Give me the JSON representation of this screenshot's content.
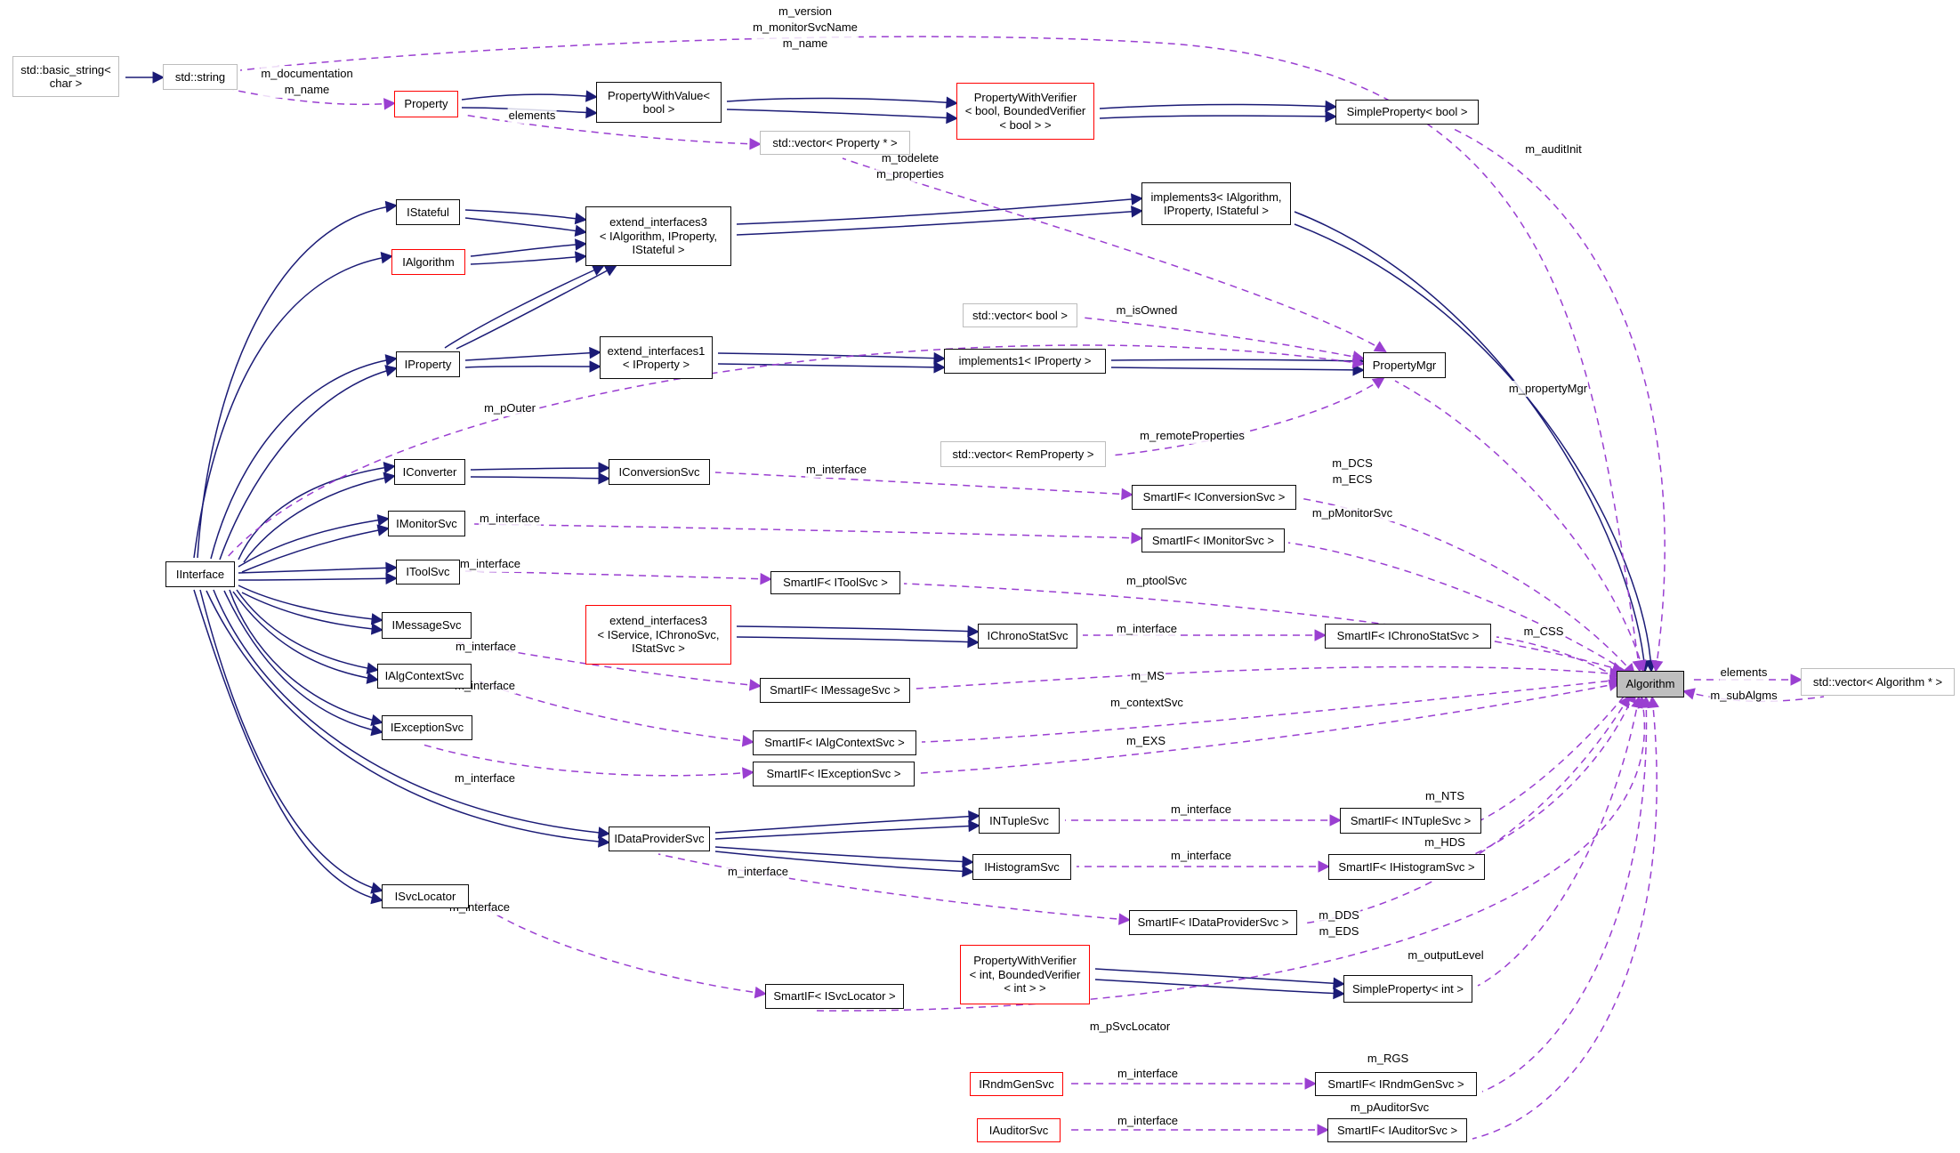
{
  "diagram": {
    "kind": "collaboration-graph",
    "main_class": "Algorithm",
    "colors": {
      "inheritance_edge": "#1b1b76",
      "usage_edge": "#9a3fd1",
      "node_border": "#0a0a0a",
      "external_node_border": "#bdbdbd",
      "highlight_node_border": "#ff0000",
      "main_node_fill": "#bfbfbf"
    },
    "nodes": [
      {
        "id": "basic_string",
        "label": "std::basic_string<\nchar >",
        "style": "external"
      },
      {
        "id": "string",
        "label": "std::string",
        "style": "external"
      },
      {
        "id": "property",
        "label": "Property",
        "style": "highlight"
      },
      {
        "id": "pwvalue_bool",
        "label": "PropertyWithValue<\nbool >",
        "style": "normal"
      },
      {
        "id": "vector_property",
        "label": "std::vector< Property * >",
        "style": "external"
      },
      {
        "id": "pwverifier_bool",
        "label": "PropertyWithVerifier\n< bool, BoundedVerifier\n< bool > >",
        "style": "highlight"
      },
      {
        "id": "simpleproperty_bool",
        "label": "SimpleProperty< bool >",
        "style": "normal"
      },
      {
        "id": "istateful",
        "label": "IStateful",
        "style": "normal"
      },
      {
        "id": "ialgorithm",
        "label": "IAlgorithm",
        "style": "highlight"
      },
      {
        "id": "extif3_alg",
        "label": "extend_interfaces3\n< IAlgorithm, IProperty,\nIStateful >",
        "style": "normal"
      },
      {
        "id": "implements3",
        "label": "implements3< IAlgorithm,\nIProperty, IStateful >",
        "style": "normal"
      },
      {
        "id": "vector_bool",
        "label": "std::vector< bool >",
        "style": "external"
      },
      {
        "id": "iproperty",
        "label": "IProperty",
        "style": "normal"
      },
      {
        "id": "extif1",
        "label": "extend_interfaces1\n< IProperty >",
        "style": "normal"
      },
      {
        "id": "implements1",
        "label": "implements1< IProperty >",
        "style": "normal"
      },
      {
        "id": "propertymgr",
        "label": "PropertyMgr",
        "style": "normal"
      },
      {
        "id": "vector_remproperty",
        "label": "std::vector< RemProperty >",
        "style": "external"
      },
      {
        "id": "iconverter",
        "label": "IConverter",
        "style": "normal"
      },
      {
        "id": "iconversionsvc",
        "label": "IConversionSvc",
        "style": "normal"
      },
      {
        "id": "smartif_conversionsvc",
        "label": "SmartIF< IConversionSvc >",
        "style": "normal"
      },
      {
        "id": "imonitorsvc",
        "label": "IMonitorSvc",
        "style": "normal"
      },
      {
        "id": "smartif_monitorsvc",
        "label": "SmartIF< IMonitorSvc >",
        "style": "normal"
      },
      {
        "id": "iinterface",
        "label": "IInterface",
        "style": "normal"
      },
      {
        "id": "itoolsvc",
        "label": "IToolSvc",
        "style": "normal"
      },
      {
        "id": "smartif_toolsvc",
        "label": "SmartIF< IToolSvc >",
        "style": "normal"
      },
      {
        "id": "imessagesvc",
        "label": "IMessageSvc",
        "style": "normal"
      },
      {
        "id": "extif3_svc",
        "label": "extend_interfaces3\n< IService, IChronoSvc,\nIStatSvc >",
        "style": "highlight"
      },
      {
        "id": "ichronostatsvc",
        "label": "IChronoStatSvc",
        "style": "normal"
      },
      {
        "id": "smartif_chronostatsvc",
        "label": "SmartIF< IChronoStatSvc >",
        "style": "normal"
      },
      {
        "id": "ialgcontextsvc",
        "label": "IAlgContextSvc",
        "style": "normal"
      },
      {
        "id": "smartif_messagesvc",
        "label": "SmartIF< IMessageSvc >",
        "style": "normal"
      },
      {
        "id": "iexceptionsvc",
        "label": "IExceptionSvc",
        "style": "normal"
      },
      {
        "id": "smartif_algcontextsvc",
        "label": "SmartIF< IAlgContextSvc >",
        "style": "normal"
      },
      {
        "id": "smartif_exceptionsvc",
        "label": "SmartIF< IExceptionSvc >",
        "style": "normal"
      },
      {
        "id": "intuplesvc",
        "label": "INTupleSvc",
        "style": "normal"
      },
      {
        "id": "smartif_ntuplesvc",
        "label": "SmartIF< INTupleSvc >",
        "style": "normal"
      },
      {
        "id": "idataprovidersvc",
        "label": "IDataProviderSvc",
        "style": "normal"
      },
      {
        "id": "ihistogramsvc",
        "label": "IHistogramSvc",
        "style": "normal"
      },
      {
        "id": "smartif_histogramsvc",
        "label": "SmartIF< IHistogramSvc >",
        "style": "normal"
      },
      {
        "id": "smartif_dataprovidersvc",
        "label": "SmartIF< IDataProviderSvc >",
        "style": "normal"
      },
      {
        "id": "isvclocator",
        "label": "ISvcLocator",
        "style": "normal"
      },
      {
        "id": "pwverifier_int",
        "label": "PropertyWithVerifier\n< int, BoundedVerifier\n< int > >",
        "style": "highlight"
      },
      {
        "id": "simpleproperty_int",
        "label": "SimpleProperty< int >",
        "style": "normal"
      },
      {
        "id": "smartif_svclocator",
        "label": "SmartIF< ISvcLocator >",
        "style": "normal"
      },
      {
        "id": "irndmgensvc",
        "label": "IRndmGenSvc",
        "style": "highlight"
      },
      {
        "id": "smartif_rndmgensvc",
        "label": "SmartIF< IRndmGenSvc >",
        "style": "normal"
      },
      {
        "id": "iauditorsvc",
        "label": "IAuditorSvc",
        "style": "highlight"
      },
      {
        "id": "smartif_auditorsvc",
        "label": "SmartIF< IAuditorSvc >",
        "style": "normal"
      },
      {
        "id": "algorithm",
        "label": "Algorithm",
        "style": "main"
      },
      {
        "id": "vector_algorithm",
        "label": "std::vector< Algorithm * >",
        "style": "external"
      }
    ],
    "edges": [
      {
        "from": "string",
        "to": "basic_string",
        "type": "inheritance",
        "label": ""
      },
      {
        "from": "pwvalue_bool",
        "to": "property",
        "type": "inheritance",
        "label": ""
      },
      {
        "from": "pwverifier_bool",
        "to": "pwvalue_bool",
        "type": "inheritance",
        "label": ""
      },
      {
        "from": "simpleproperty_bool",
        "to": "pwverifier_bool",
        "type": "inheritance",
        "label": ""
      },
      {
        "from": "extif3_alg",
        "to": "istateful",
        "type": "inheritance",
        "label": ""
      },
      {
        "from": "extif3_alg",
        "to": "ialgorithm",
        "type": "inheritance",
        "label": ""
      },
      {
        "from": "extif3_alg",
        "to": "iproperty",
        "type": "inheritance",
        "label": ""
      },
      {
        "from": "implements3",
        "to": "extif3_alg",
        "type": "inheritance",
        "label": ""
      },
      {
        "from": "algorithm",
        "to": "implements3",
        "type": "inheritance",
        "label": ""
      },
      {
        "from": "extif1",
        "to": "iproperty",
        "type": "inheritance",
        "label": ""
      },
      {
        "from": "implements1",
        "to": "extif1",
        "type": "inheritance",
        "label": ""
      },
      {
        "from": "propertymgr",
        "to": "implements1",
        "type": "inheritance",
        "label": ""
      },
      {
        "from": "iconversionsvc",
        "to": "iconverter",
        "type": "inheritance",
        "label": ""
      },
      {
        "from": "ichronostatsvc",
        "to": "extif3_svc",
        "type": "inheritance",
        "label": ""
      },
      {
        "from": "intuplesvc",
        "to": "idataprovidersvc",
        "type": "inheritance",
        "label": ""
      },
      {
        "from": "ihistogramsvc",
        "to": "idataprovidersvc",
        "type": "inheritance",
        "label": ""
      },
      {
        "from": "simpleproperty_int",
        "to": "pwverifier_int",
        "type": "inheritance",
        "label": ""
      },
      {
        "from": "istateful",
        "to": "iinterface",
        "type": "inheritance",
        "label": ""
      },
      {
        "from": "ialgorithm",
        "to": "iinterface",
        "type": "inheritance",
        "label": ""
      },
      {
        "from": "iproperty",
        "to": "iinterface",
        "type": "inheritance",
        "label": ""
      },
      {
        "from": "iconverter",
        "to": "iinterface",
        "type": "inheritance",
        "label": ""
      },
      {
        "from": "imonitorsvc",
        "to": "iinterface",
        "type": "inheritance",
        "label": ""
      },
      {
        "from": "itoolsvc",
        "to": "iinterface",
        "type": "inheritance",
        "label": ""
      },
      {
        "from": "imessagesvc",
        "to": "iinterface",
        "type": "inheritance",
        "label": ""
      },
      {
        "from": "ialgcontextsvc",
        "to": "iinterface",
        "type": "inheritance",
        "label": ""
      },
      {
        "from": "iexceptionsvc",
        "to": "iinterface",
        "type": "inheritance",
        "label": ""
      },
      {
        "from": "idataprovidersvc",
        "to": "iinterface",
        "type": "inheritance",
        "label": ""
      },
      {
        "from": "isvclocator",
        "to": "iinterface",
        "type": "inheritance",
        "label": ""
      },
      {
        "from": "property",
        "to": "string",
        "type": "usage",
        "label": "m_documentation\nm_name"
      },
      {
        "from": "algorithm",
        "to": "string",
        "type": "usage",
        "label": "m_version\nm_monitorSvcName\nm_name"
      },
      {
        "from": "vector_property",
        "to": "property",
        "type": "usage",
        "label": "elements"
      },
      {
        "from": "propertymgr",
        "to": "vector_property",
        "type": "usage",
        "label": "m_todelete\nm_properties"
      },
      {
        "from": "propertymgr",
        "to": "vector_bool",
        "type": "usage",
        "label": "m_isOwned"
      },
      {
        "from": "propertymgr",
        "to": "vector_remproperty",
        "type": "usage",
        "label": "m_remoteProperties"
      },
      {
        "from": "propertymgr",
        "to": "iinterface",
        "type": "usage",
        "label": "m_pOuter"
      },
      {
        "from": "algorithm",
        "to": "propertymgr",
        "type": "usage",
        "label": "m_propertyMgr"
      },
      {
        "from": "algorithm",
        "to": "simpleproperty_bool",
        "type": "usage",
        "label": "m_auditInit"
      },
      {
        "from": "smartif_conversionsvc",
        "to": "iconversionsvc",
        "type": "usage",
        "label": "m_interface"
      },
      {
        "from": "algorithm",
        "to": "smartif_conversionsvc",
        "type": "usage",
        "label": "m_DCS\nm_ECS"
      },
      {
        "from": "smartif_monitorsvc",
        "to": "imonitorsvc",
        "type": "usage",
        "label": "m_interface"
      },
      {
        "from": "algorithm",
        "to": "smartif_monitorsvc",
        "type": "usage",
        "label": "m_pMonitorSvc"
      },
      {
        "from": "smartif_toolsvc",
        "to": "itoolsvc",
        "type": "usage",
        "label": "m_interface"
      },
      {
        "from": "algorithm",
        "to": "smartif_toolsvc",
        "type": "usage",
        "label": "m_ptoolSvc"
      },
      {
        "from": "smartif_chronostatsvc",
        "to": "ichronostatsvc",
        "type": "usage",
        "label": "m_interface"
      },
      {
        "from": "algorithm",
        "to": "smartif_chronostatsvc",
        "type": "usage",
        "label": "m_CSS"
      },
      {
        "from": "smartif_messagesvc",
        "to": "imessagesvc",
        "type": "usage",
        "label": "m_interface"
      },
      {
        "from": "algorithm",
        "to": "smartif_messagesvc",
        "type": "usage",
        "label": "m_MS"
      },
      {
        "from": "smartif_algcontextsvc",
        "to": "ialgcontextsvc",
        "type": "usage",
        "label": "m_interface"
      },
      {
        "from": "algorithm",
        "to": "smartif_algcontextsvc",
        "type": "usage",
        "label": "m_contextSvc"
      },
      {
        "from": "smartif_exceptionsvc",
        "to": "iexceptionsvc",
        "type": "usage",
        "label": "m_interface"
      },
      {
        "from": "algorithm",
        "to": "smartif_exceptionsvc",
        "type": "usage",
        "label": "m_EXS"
      },
      {
        "from": "smartif_ntuplesvc",
        "to": "intuplesvc",
        "type": "usage",
        "label": "m_interface"
      },
      {
        "from": "algorithm",
        "to": "smartif_ntuplesvc",
        "type": "usage",
        "label": "m_NTS"
      },
      {
        "from": "smartif_histogramsvc",
        "to": "ihistogramsvc",
        "type": "usage",
        "label": "m_interface"
      },
      {
        "from": "algorithm",
        "to": "smartif_histogramsvc",
        "type": "usage",
        "label": "m_HDS"
      },
      {
        "from": "smartif_dataprovidersvc",
        "to": "idataprovidersvc",
        "type": "usage",
        "label": "m_interface"
      },
      {
        "from": "algorithm",
        "to": "smartif_dataprovidersvc",
        "type": "usage",
        "label": "m_DDS\nm_EDS"
      },
      {
        "from": "smartif_svclocator",
        "to": "isvclocator",
        "type": "usage",
        "label": "m_interface"
      },
      {
        "from": "algorithm",
        "to": "smartif_svclocator",
        "type": "usage",
        "label": "m_pSvcLocator"
      },
      {
        "from": "algorithm",
        "to": "simpleproperty_int",
        "type": "usage",
        "label": "m_outputLevel"
      },
      {
        "from": "smartif_rndmgensvc",
        "to": "irndmgensvc",
        "type": "usage",
        "label": "m_interface"
      },
      {
        "from": "algorithm",
        "to": "smartif_rndmgensvc",
        "type": "usage",
        "label": "m_RGS"
      },
      {
        "from": "smartif_auditorsvc",
        "to": "iauditorsvc",
        "type": "usage",
        "label": "m_interface"
      },
      {
        "from": "algorithm",
        "to": "smartif_auditorsvc",
        "type": "usage",
        "label": "m_pAuditorSvc"
      },
      {
        "from": "vector_algorithm",
        "to": "algorithm",
        "type": "usage",
        "label": "elements"
      },
      {
        "from": "algorithm",
        "to": "vector_algorithm",
        "type": "usage",
        "label": "m_subAlgms"
      }
    ]
  }
}
